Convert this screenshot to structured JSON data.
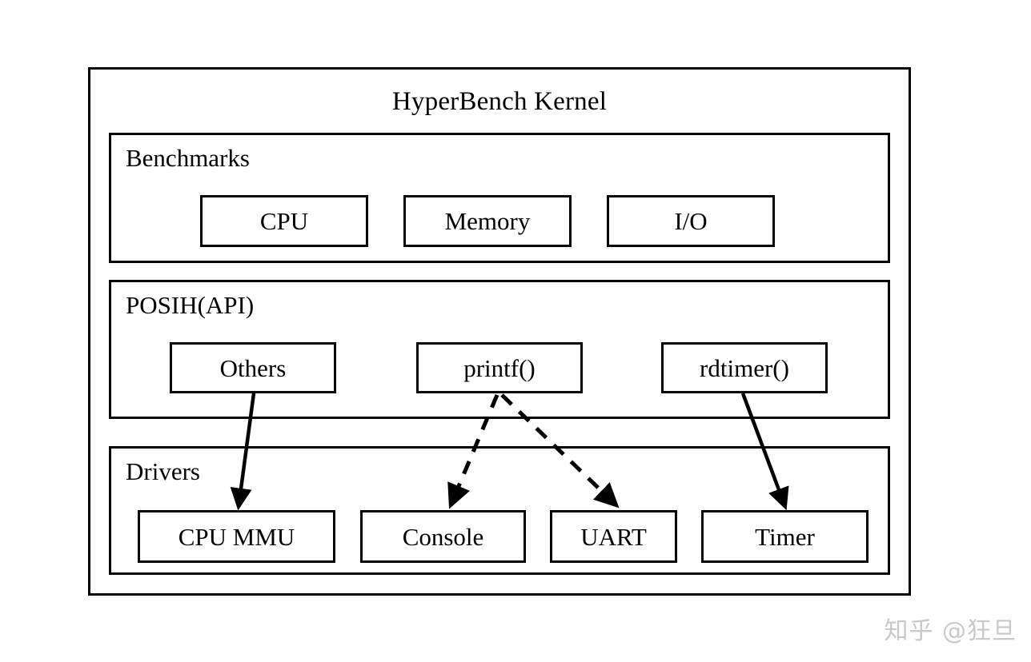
{
  "diagram": {
    "type": "layered-architecture-block-diagram",
    "title": "HyperBench Kernel",
    "background_color": "#ffffff",
    "line_color": "#000000",
    "layers": [
      {
        "id": "benchmarks",
        "label": "Benchmarks",
        "nodes": [
          {
            "id": "cpu",
            "label": "CPU"
          },
          {
            "id": "memory",
            "label": "Memory"
          },
          {
            "id": "io",
            "label": "I/O"
          }
        ]
      },
      {
        "id": "posih",
        "label": "POSIH(API)",
        "nodes": [
          {
            "id": "others",
            "label": "Others"
          },
          {
            "id": "printf",
            "label": "printf()"
          },
          {
            "id": "rdtimer",
            "label": "rdtimer()"
          }
        ]
      },
      {
        "id": "drivers",
        "label": "Drivers",
        "nodes": [
          {
            "id": "cpummu",
            "label": "CPU MMU"
          },
          {
            "id": "console",
            "label": "Console"
          },
          {
            "id": "uart",
            "label": "UART"
          },
          {
            "id": "timer",
            "label": "Timer"
          }
        ]
      }
    ],
    "connections": [
      {
        "id": "others-to-cpummu",
        "from": "others",
        "to": "cpummu",
        "style": "solid",
        "arrowhead": "filled-triangle"
      },
      {
        "id": "printf-to-console",
        "from": "printf",
        "to": "console",
        "style": "dashed",
        "arrowhead": "filled-triangle"
      },
      {
        "id": "printf-to-uart",
        "from": "printf",
        "to": "uart",
        "style": "dashed",
        "arrowhead": "filled-triangle"
      },
      {
        "id": "rdtimer-to-timer",
        "from": "rdtimer",
        "to": "timer",
        "style": "solid",
        "arrowhead": "filled-triangle"
      }
    ]
  },
  "watermark": {
    "text": "知乎 @狂旦",
    "color": "#c9c9c9"
  }
}
